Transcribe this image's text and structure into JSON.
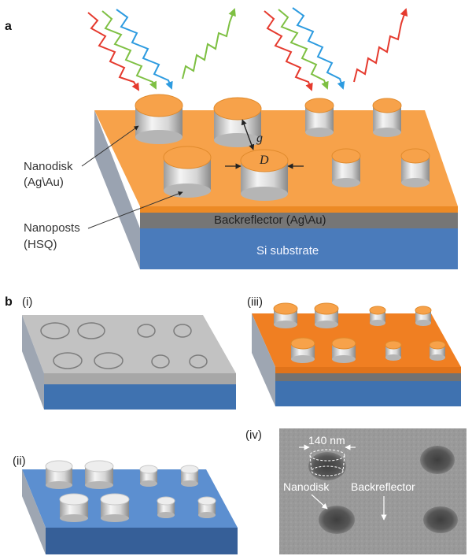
{
  "panels": {
    "a": {
      "label": "a",
      "labels": {
        "nanodisk_line1": "Nanodisk",
        "nanodisk_line2": "(Ag\\Au)",
        "nanoposts_line1": "Nanoposts",
        "nanoposts_line2": "(HSQ)",
        "backreflector": "Backreflector (Ag\\Au)",
        "substrate": "Si substrate",
        "gap": "g",
        "diameter": "D"
      }
    },
    "b": {
      "label": "b",
      "sub_i": "(i)",
      "sub_ii": "(ii)",
      "sub_iii": "(iii)",
      "sub_iv": "(iv)",
      "sem": {
        "scale": "140 nm",
        "nanodisk": "Nanodisk",
        "backreflector": "Backreflector"
      }
    }
  },
  "colors": {
    "orange_top": "#f7a24a",
    "orange_side": "#ec8a25",
    "substrate": "#4a7bbb",
    "reflector": "#7a7a7a",
    "light_red": "#e53a2e",
    "light_green": "#7ec043",
    "light_blue": "#2d9be0"
  }
}
